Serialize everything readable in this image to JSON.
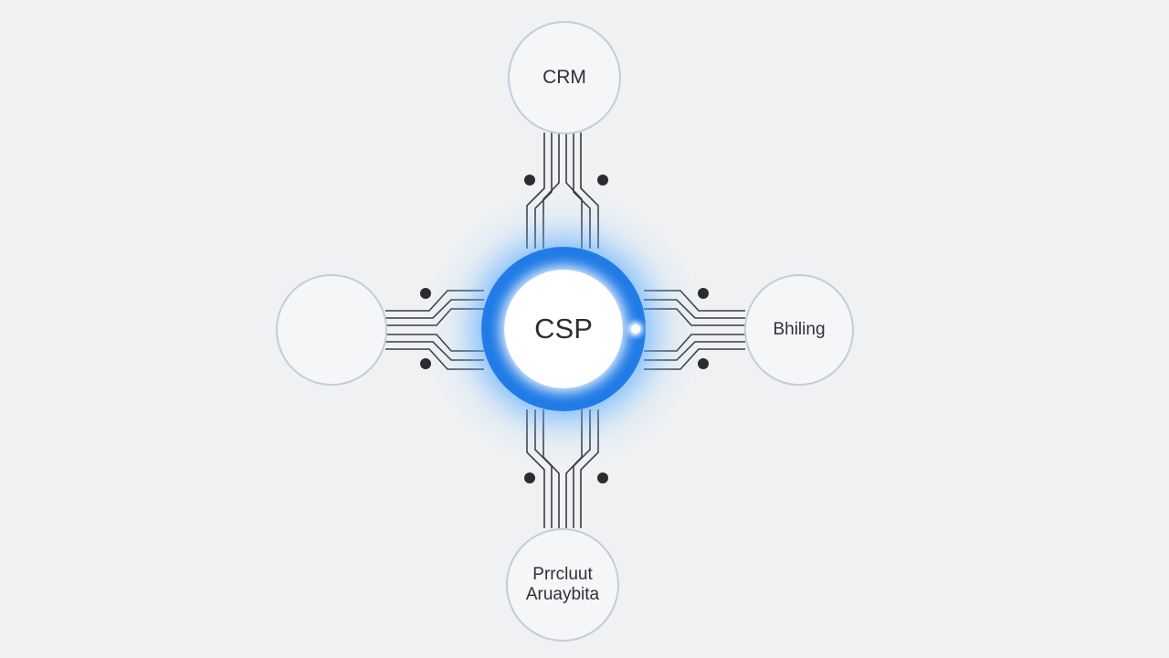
{
  "diagram": {
    "hub": {
      "label": "CSP"
    },
    "nodes": {
      "top": {
        "label": "CRM"
      },
      "left": {
        "label": ""
      },
      "right": {
        "label": "Bhiling"
      },
      "bottom": {
        "label": "Prrcluut\nAruaybita"
      }
    },
    "colors": {
      "background": "#eff1f3",
      "hub_ring": "#1f7ae6",
      "glow": "#5aaaff",
      "wire": "#3a3d42",
      "node_border": "#c5ccd8",
      "dot": "#2a2c30"
    }
  }
}
